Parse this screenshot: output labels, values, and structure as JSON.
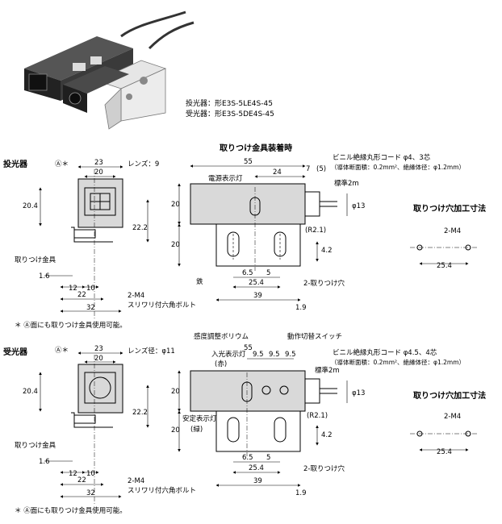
{
  "models": {
    "emitter": "投光器：形E3S-5LE4S-45",
    "receiver": "受光器：形E3S-5DE4S-45"
  },
  "emitter": {
    "title": "投光器",
    "mark_a": "Ⓐ＊",
    "lens_label": "レンズ：9",
    "mounting_label": "取りつけ金具",
    "screw_size": "2-M4",
    "screw_desc": "スリワリ付六角ボルト",
    "footnote": "＊ Ⓐ面にも取りつけ金具使用可能。",
    "mounted_title": "取りつけ金具装着時",
    "led_label": "電源表示灯",
    "iron_label": "鉄",
    "cable_text": "ビニル絶縁丸形コード φ4、3芯",
    "cable_spec": "（導体断面積：0.2mm²、絶縁体径：φ1.2mm）",
    "cable_length": "標準2m",
    "hole_label": "2-取りつけ穴",
    "radius_label": "(R2.1)",
    "hole_dims_title": "取りつけ穴加工寸法",
    "hole_dims_thread": "2-M4",
    "hole_dims_pitch": "25.4"
  },
  "receiver": {
    "title": "受光器",
    "mark_a": "Ⓐ＊",
    "lens_label": "レンズ径：φ11",
    "mounting_label": "取りつけ金具",
    "screw_size": "2-M4",
    "screw_desc": "スリワリ付六角ボルト",
    "footnote": "＊ Ⓐ面にも取りつけ金具使用可能。",
    "sensitivity_label": "感度調整ボリウム",
    "switch_label": "動作切替スイッチ",
    "incident_led_label": "入光表示灯",
    "incident_led_color": "(赤)",
    "stable_led_label": "安定表示灯",
    "stable_led_color": "(緑)",
    "cable_text": "ビニル絶縁丸形コード φ4.5、4芯",
    "cable_spec": "（導体断面積：0.2mm²、絶縁体径：φ1.2mm）",
    "cable_length": "標準2m",
    "hole_label": "2-取りつけ穴",
    "radius_label": "(R2.1)",
    "hole_dims_title": "取りつけ穴加工寸法",
    "hole_dims_thread": "2-M4",
    "hole_dims_pitch": "25.4"
  },
  "dimensions": {
    "w23": "23",
    "w20": "20",
    "h20_4": "20.4",
    "h22_2": "22.2",
    "v1_6": "1.6",
    "w12": "12",
    "w10": "10",
    "w22": "22",
    "w32": "32",
    "w55": "55",
    "w24": "24",
    "w7": "7",
    "w5p": "(5)",
    "d13": "φ13",
    "h20a": "20",
    "h20b": "20",
    "h4_2": "4.2",
    "w6_5": "6.5",
    "w5": "5",
    "w25_4": "25.4",
    "w39": "39",
    "w1_9": "1.9",
    "w9_5a": "9.5",
    "w9_5b": "9.5",
    "w9_5c": "9.5"
  },
  "colors": {
    "body_grey": "#d9d9d9",
    "line": "#000000",
    "photo_dark": "#2b2b2b"
  }
}
